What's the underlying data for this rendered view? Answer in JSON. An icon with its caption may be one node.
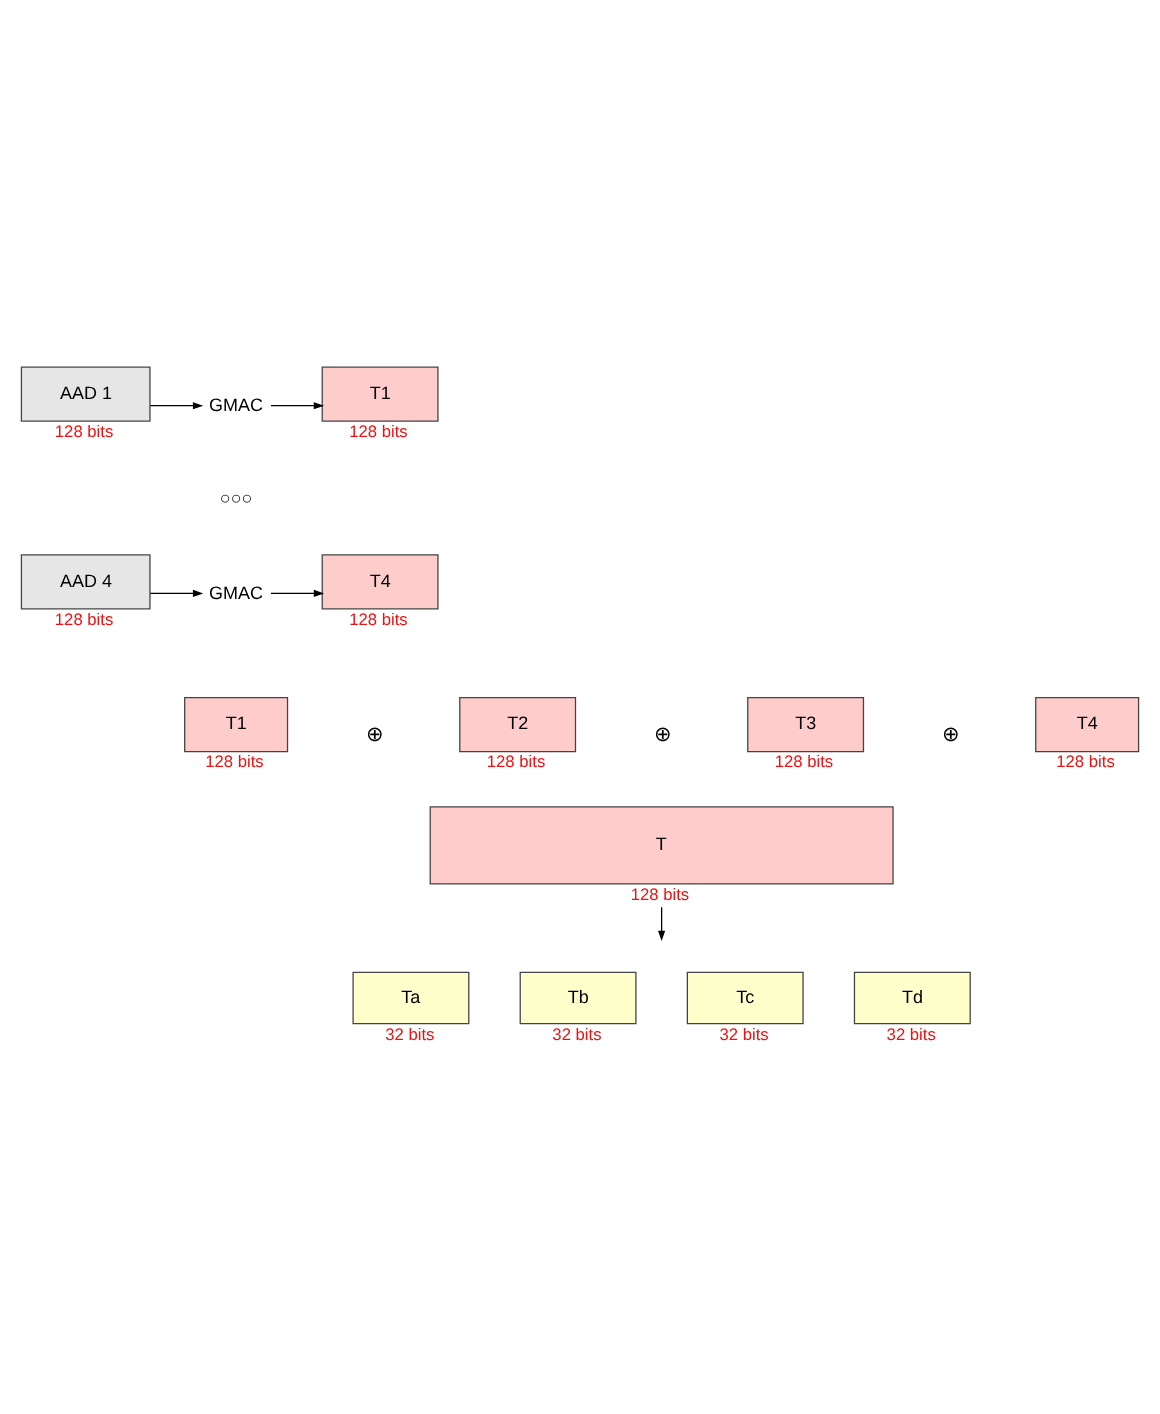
{
  "diagram": {
    "nodes": [
      {
        "text": [
          "AAD 1"
        ],
        "beside": [
          "128 bits"
        ]
      },
      {
        "text": [
          "GMAC"
        ]
      },
      {
        "text": [
          "T1"
        ],
        "beside": [
          "128 bits"
        ]
      },
      {
        "text": [
          "AAD 4"
        ],
        "beside": [
          "128 bits"
        ]
      },
      {
        "text": [
          "GMAC"
        ]
      },
      {
        "text": [
          "T4"
        ],
        "beside": [
          "128 bits"
        ]
      },
      {
        "text": [
          "T1"
        ],
        "beside": [
          "128 bits"
        ]
      },
      {
        "text": [
          "T2"
        ],
        "beside": [
          "128 bits"
        ]
      },
      {
        "text": [
          "T3"
        ],
        "beside": [
          "128 bits"
        ]
      },
      {
        "text": [
          "T4"
        ],
        "beside": [
          "128 bits"
        ]
      },
      {
        "text": [
          "T"
        ],
        "beside": [
          "128 bits"
        ]
      },
      {
        "text": [
          "Ta"
        ],
        "beside": [
          "32 bits"
        ]
      },
      {
        "text": [
          "Tb"
        ],
        "beside": [
          "32 bits"
        ]
      },
      {
        "text": [
          "Tc"
        ],
        "beside": [
          "32 bits"
        ]
      },
      {
        "text": [
          "Td"
        ],
        "beside": [
          "32 bits"
        ]
      }
    ],
    "edges": [
      {
        "from": 0,
        "to": 1,
        "arrow": "to"
      },
      {
        "from": 1,
        "to": 2,
        "arrow": "to"
      },
      {
        "from": 3,
        "to": 4,
        "arrow": "to"
      },
      {
        "from": 4,
        "to": 5,
        "arrow": "to"
      },
      {
        "from": 10,
        "to": null,
        "arrow": "to"
      }
    ],
    "labels": [
      "○○○",
      "⊕",
      "⊕",
      "⊕"
    ]
  }
}
